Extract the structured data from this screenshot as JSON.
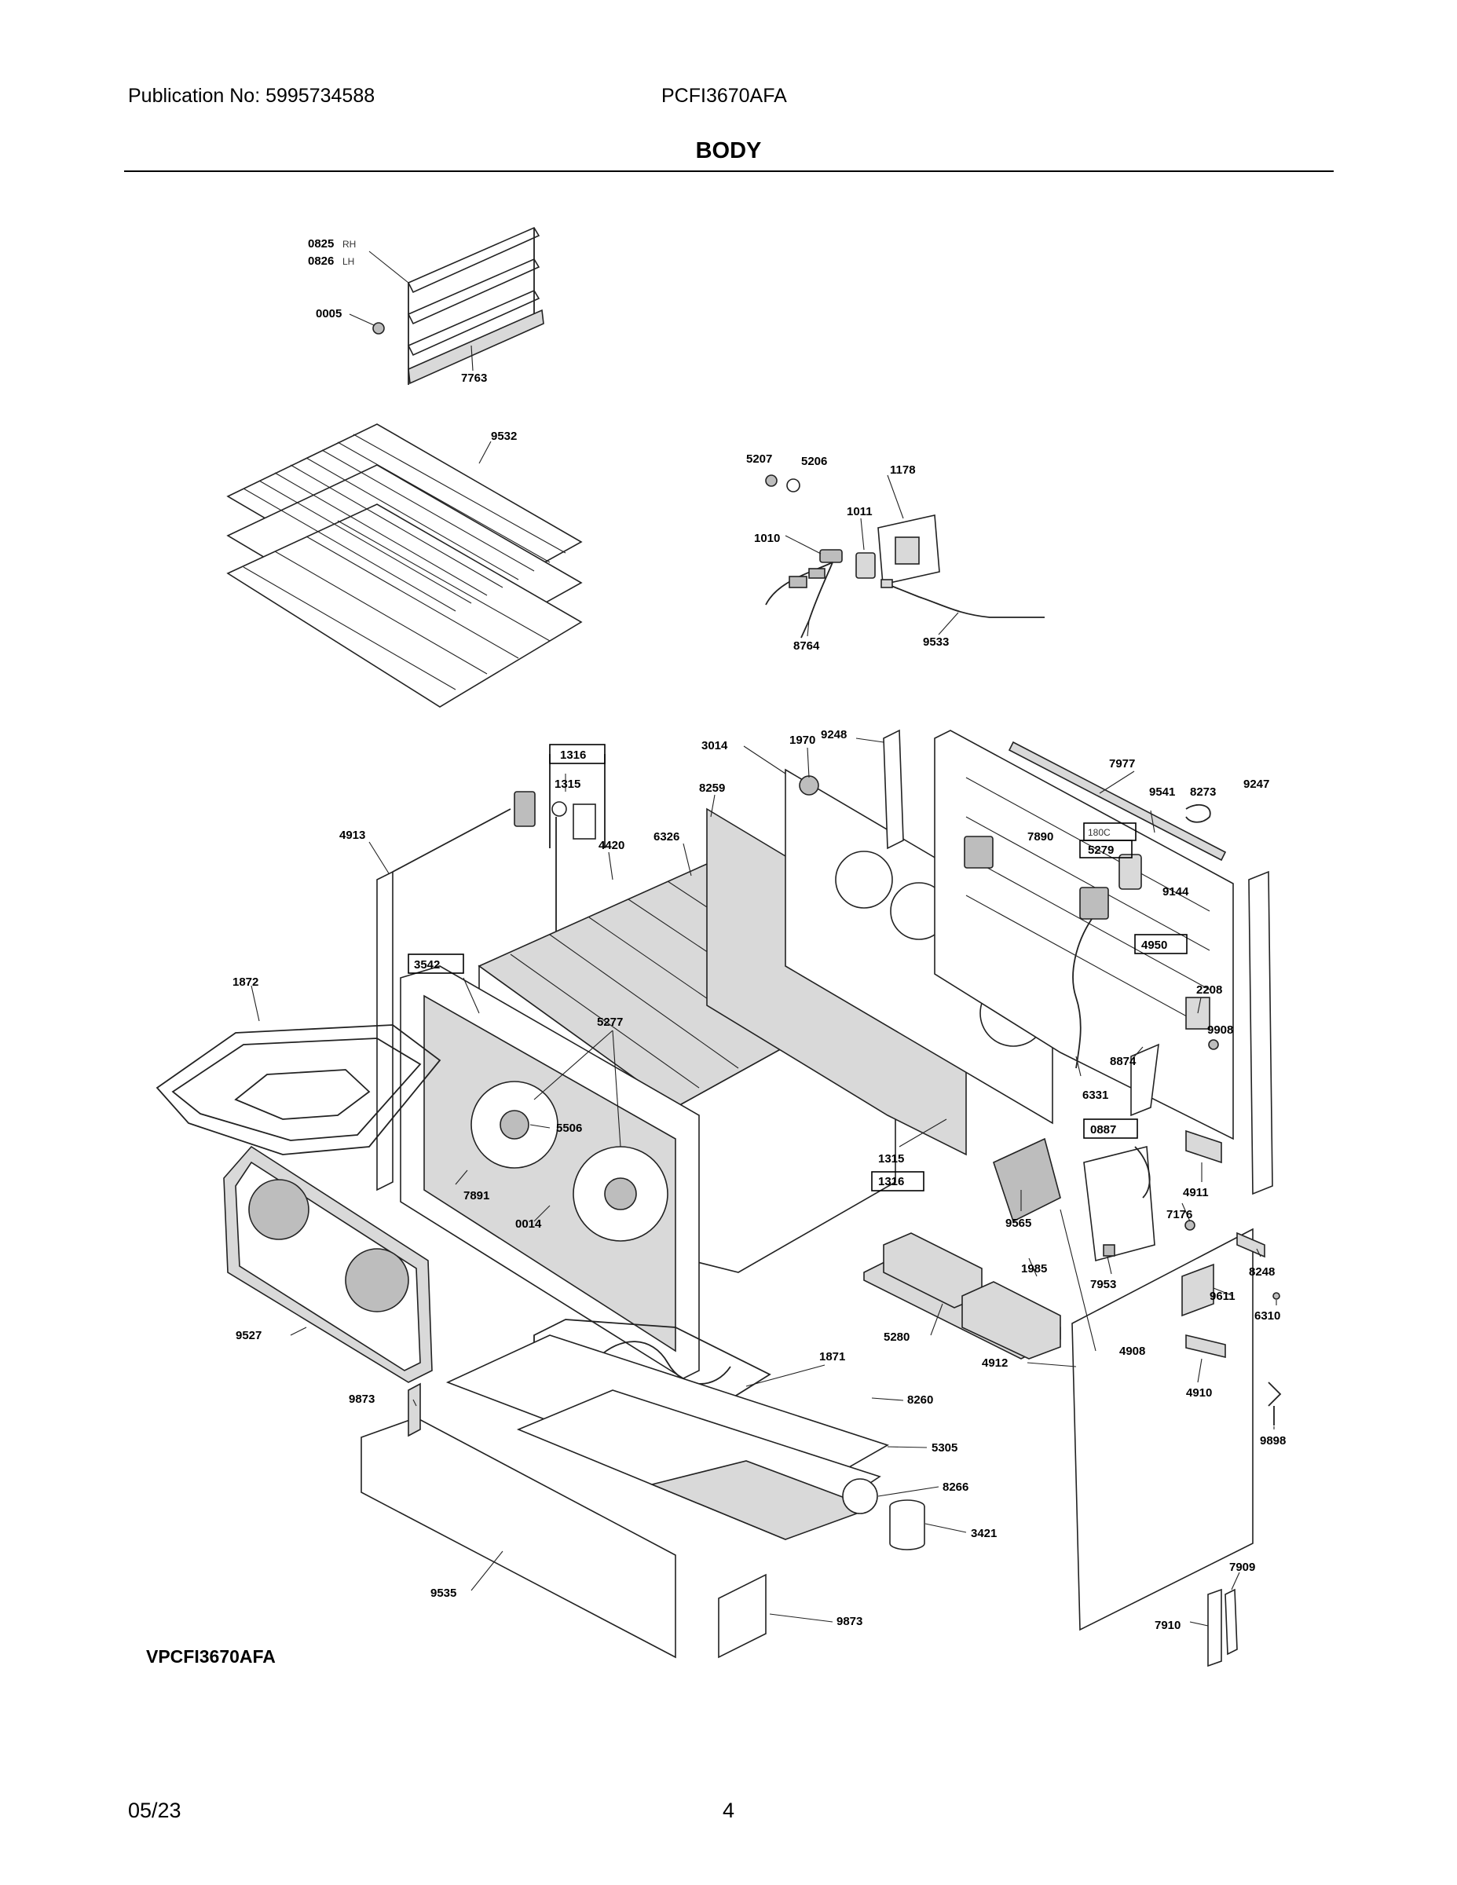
{
  "header": {
    "publication": "Publication No:  5995734588",
    "model": "PCFI3670AFA",
    "section_title": "BODY"
  },
  "footer": {
    "date": "05/23",
    "page": "4",
    "variant": "VPCFI3670AFA"
  },
  "callouts": {
    "c0825": "0825",
    "c0825_side": "RH",
    "c0826": "0826",
    "c0826_side": "LH",
    "c0005": "0005",
    "c7763": "7763",
    "c9532": "9532",
    "c5207": "5207",
    "c5206": "5206",
    "c1178": "1178",
    "c1011": "1011",
    "c1010": "1010",
    "c8764": "8764",
    "c9533": "9533",
    "c1316a": "1316",
    "c1315a": "1315",
    "c4913": "4913",
    "c4420": "4420",
    "c6326": "6326",
    "c8259": "8259",
    "c3014": "3014",
    "c1970": "1970",
    "c9248": "9248",
    "c7977": "7977",
    "c9541": "9541",
    "c8273": "8273",
    "c9247": "9247",
    "c180c": "180C",
    "c7890": "7890",
    "c5279": "5279",
    "c9144": "9144",
    "c4950": "4950",
    "c3542": "3542",
    "c1872": "1872",
    "c5277": "5277",
    "c2208": "2208",
    "c9908": "9908",
    "c8874": "8874",
    "c6331": "6331",
    "c5506": "5506",
    "c0887": "0887",
    "c1315b": "1315",
    "c1316b": "1316",
    "c4911": "4911",
    "c7891": "7891",
    "c0014": "0014",
    "c9565": "9565",
    "c7176": "7176",
    "c8248": "8248",
    "c1985": "1985",
    "c7953": "7953",
    "c9611": "9611",
    "c6310": "6310",
    "c9527": "9527",
    "c5280": "5280",
    "c4912": "4912",
    "c4908": "4908",
    "c4910": "4910",
    "c1871": "1871",
    "c9873a": "9873",
    "c8260": "8260",
    "c9898": "9898",
    "c5305": "5305",
    "c8266": "8266",
    "c3421": "3421",
    "c9535": "9535",
    "c9873b": "9873",
    "c7909": "7909",
    "c7910": "7910"
  }
}
